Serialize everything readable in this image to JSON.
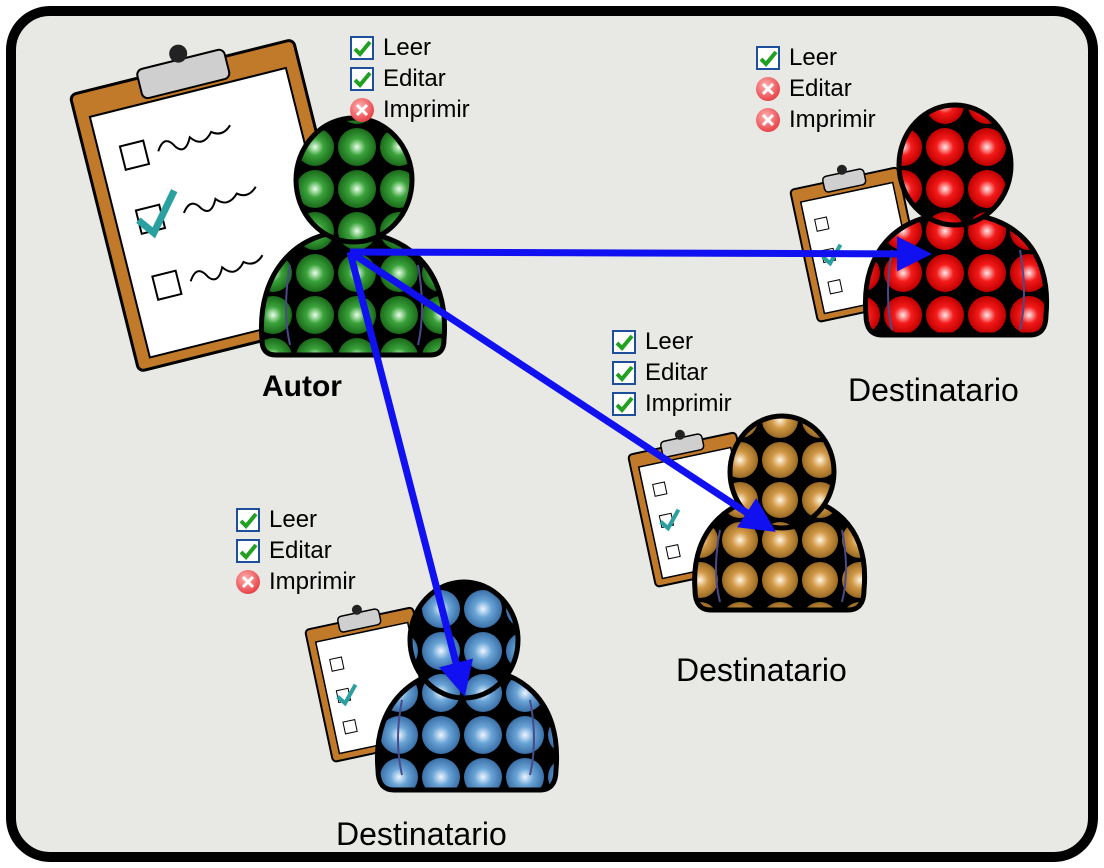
{
  "author": {
    "label": "Autor",
    "permissions": [
      {
        "label": "Leer",
        "state": "allowed"
      },
      {
        "label": "Editar",
        "state": "allowed"
      },
      {
        "label": "Imprimir",
        "state": "denied"
      }
    ]
  },
  "recipients": [
    {
      "label": "Destinatario",
      "color": "red",
      "permissions": [
        {
          "label": "Leer",
          "state": "allowed"
        },
        {
          "label": "Editar",
          "state": "denied"
        },
        {
          "label": "Imprimir",
          "state": "denied"
        }
      ]
    },
    {
      "label": "Destinatario",
      "color": "tan",
      "permissions": [
        {
          "label": "Leer",
          "state": "allowed"
        },
        {
          "label": "Editar",
          "state": "allowed"
        },
        {
          "label": "Imprimir",
          "state": "allowed"
        }
      ]
    },
    {
      "label": "Destinatario",
      "color": "blue",
      "permissions": [
        {
          "label": "Leer",
          "state": "allowed"
        },
        {
          "label": "Editar",
          "state": "allowed"
        },
        {
          "label": "Imprimir",
          "state": "denied"
        }
      ]
    }
  ],
  "colors": {
    "arrow": "#1010f0",
    "author": "#1f8a1f",
    "red": "#f01010",
    "tan": "#c8903a",
    "blue": "#5a96cc",
    "check": "#22a022",
    "deny": "#e8484c"
  },
  "icons": {
    "allowed": "green-check-icon",
    "denied": "red-x-icon",
    "user": "user-icon",
    "document": "clipboard-icon"
  }
}
